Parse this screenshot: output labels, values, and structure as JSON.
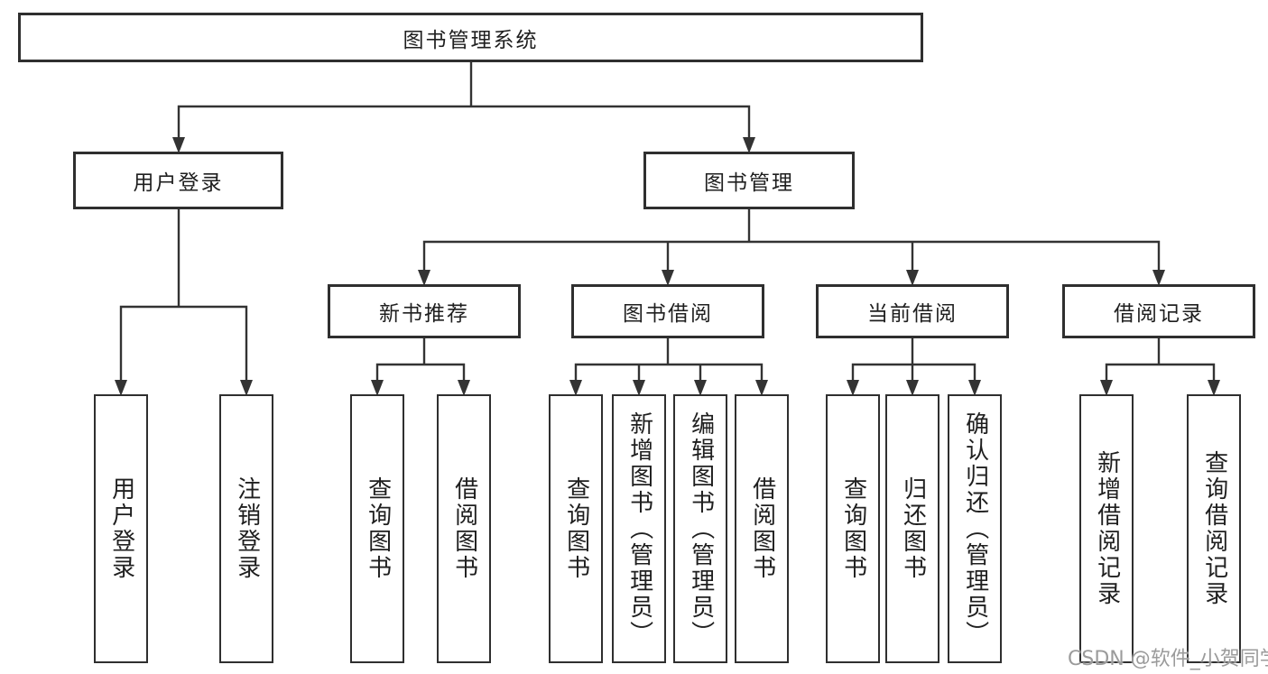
{
  "diagram": {
    "root": {
      "label": "图书管理系统"
    },
    "level2": [
      {
        "label": "用户登录"
      },
      {
        "label": "图书管理"
      }
    ],
    "level3": [
      {
        "label": "新书推荐"
      },
      {
        "label": "图书借阅"
      },
      {
        "label": "当前借阅"
      },
      {
        "label": "借阅记录"
      }
    ],
    "leaves": [
      {
        "label": "用户登录"
      },
      {
        "label": "注销登录"
      },
      {
        "label": "查询图书"
      },
      {
        "label": "借阅图书"
      },
      {
        "label": "查询图书"
      },
      {
        "label": "新增图书（管理员）"
      },
      {
        "label": "编辑图书（管理员）"
      },
      {
        "label": "借阅图书"
      },
      {
        "label": "查询图书"
      },
      {
        "label": "归还图书"
      },
      {
        "label": "确认归还（管理员）"
      },
      {
        "label": "新增借阅记录"
      },
      {
        "label": "查询借阅记录"
      }
    ]
  },
  "watermark": {
    "text": "CSDN @软件_小贺同学"
  },
  "colors": {
    "line": "#333333",
    "border": "#2f2f2f",
    "text": "#1f1f1f",
    "watermark": "#9b9b9b"
  }
}
